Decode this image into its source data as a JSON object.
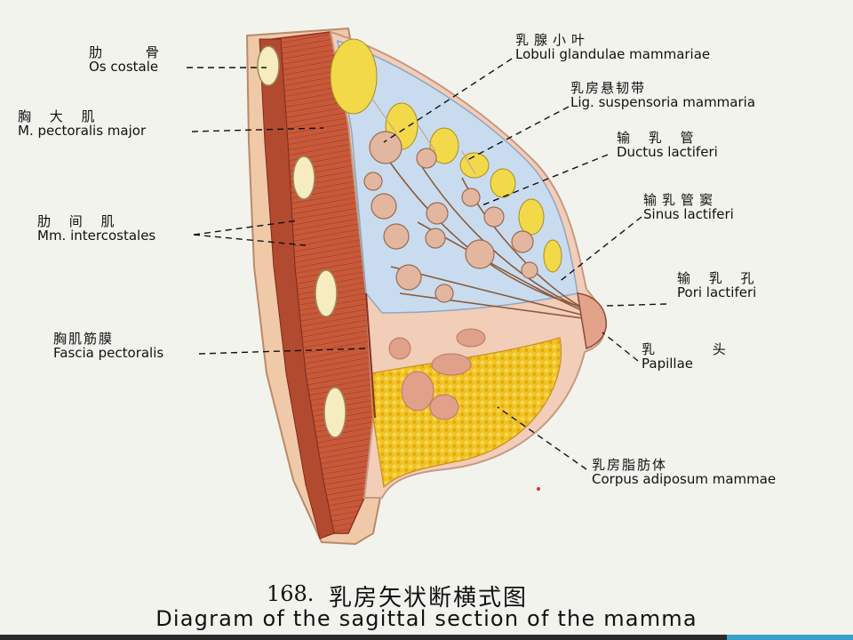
{
  "labels": {
    "os_costale": {
      "zh": "肋 骨",
      "la": "Os costale"
    },
    "pectoralis_major": {
      "zh": "胸 大 肌",
      "la": "M. pectoralis major"
    },
    "intercostales": {
      "zh": "肋 间 肌",
      "la": "Mm. intercostales"
    },
    "fascia": {
      "zh": "胸肌筋膜",
      "la": "Fascia pectoralis"
    },
    "lobuli": {
      "zh": "乳腺小叶",
      "la": "Lobuli glandulae mammariae"
    },
    "ligament": {
      "zh": "乳房悬韧带",
      "la": "Lig. suspensoria mammaria"
    },
    "ductus": {
      "zh": "输 乳 管",
      "la": "Ductus lactiferi"
    },
    "sinus": {
      "zh": "输乳管窦",
      "la": "Sinus lactiferi"
    },
    "pori": {
      "zh": "输 乳 孔",
      "la": "Pori lactiferi"
    },
    "papillae": {
      "zh": "乳 头",
      "la": "Papillae"
    },
    "adiposum": {
      "zh": "乳房脂肪体",
      "la": "Corpus adiposum mammae"
    }
  },
  "caption": {
    "number": "168.",
    "zh": "乳房矢状断横式图",
    "en": "Diagram of the sagittal section of the mamma"
  },
  "colors": {
    "background": "#f3f3ee",
    "muscle": "#c85a3a",
    "skin": "#f0c9a8",
    "fat": "#f2c21f",
    "gland_bg": "#c9dcef",
    "lobule": "#e3b79f",
    "rib": "#f7ecc0"
  }
}
